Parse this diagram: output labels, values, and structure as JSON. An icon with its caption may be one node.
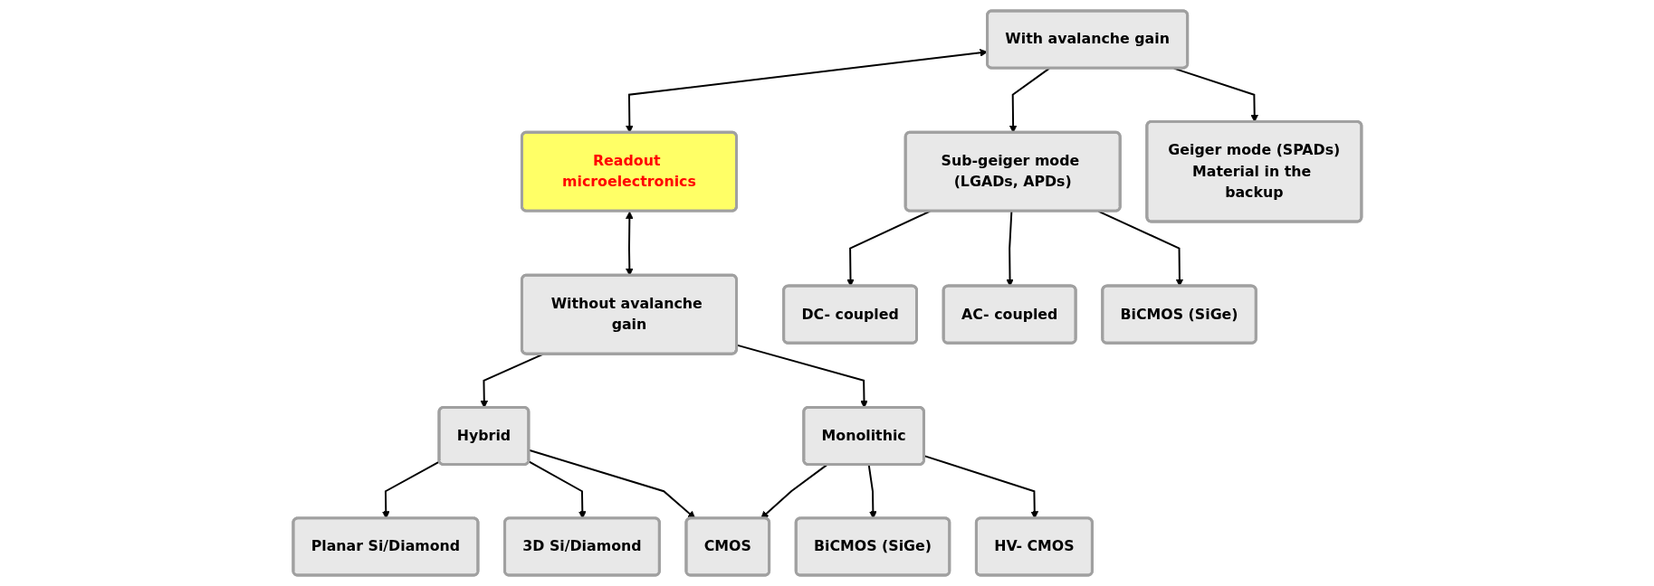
{
  "diagram": {
    "nodes": [
      {
        "text": [
          "With avalanche gain"
        ]
      },
      {
        "text": [
          "Readout microelectronics"
        ]
      },
      {
        "text": [
          "Without avalanche gain"
        ]
      },
      {
        "text": [
          "Sub-geiger mode (LGADs, APDs)"
        ]
      },
      {
        "text": [
          "Geiger mode (SPADs)",
          "Material in the backup"
        ]
      },
      {
        "text": [
          "Hybrid"
        ]
      },
      {
        "text": [
          "Monolithic"
        ]
      },
      {
        "text": [
          "DC- coupled"
        ]
      },
      {
        "text": [
          "AC- coupled"
        ]
      },
      {
        "text": [
          "BiCMOS (SiGe)"
        ]
      },
      {
        "text": [
          "Planar Si/Diamond"
        ]
      },
      {
        "text": [
          "3D Si/Diamond"
        ]
      },
      {
        "text": [
          "CMOS"
        ]
      },
      {
        "text": [
          "BiCMOS (SiGe)"
        ]
      },
      {
        "text": [
          "HV- CMOS"
        ]
      }
    ],
    "edges": [
      {
        "from": 0,
        "to": 1,
        "arrow": "both"
      },
      {
        "from": 1,
        "to": 2,
        "arrow": "both"
      },
      {
        "from": 0,
        "to": 3,
        "arrow": "to"
      },
      {
        "from": 0,
        "to": 4,
        "arrow": "to"
      },
      {
        "from": 2,
        "to": 5,
        "arrow": "to"
      },
      {
        "from": 2,
        "to": 6,
        "arrow": "to"
      },
      {
        "from": 3,
        "to": 7,
        "arrow": "to"
      },
      {
        "from": 3,
        "to": 8,
        "arrow": "to"
      },
      {
        "from": 3,
        "to": 9,
        "arrow": "to"
      },
      {
        "from": 5,
        "to": 10,
        "arrow": "to"
      },
      {
        "from": 5,
        "to": 11,
        "arrow": "to"
      },
      {
        "from": 5,
        "to": 12,
        "arrow": "to"
      },
      {
        "from": 6,
        "to": 12,
        "arrow": "to"
      },
      {
        "from": 6,
        "to": 13,
        "arrow": "to"
      },
      {
        "from": 6,
        "to": 14,
        "arrow": "to"
      }
    ]
  }
}
